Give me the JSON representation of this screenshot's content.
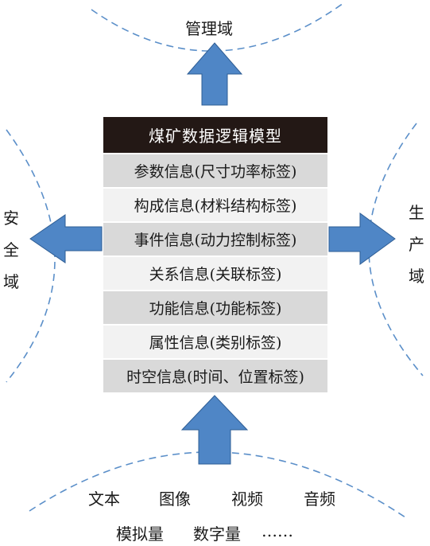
{
  "domains": {
    "top": "管理域",
    "left": "安全域",
    "right": "生产域"
  },
  "model": {
    "title": "煤矿数据逻辑模型",
    "rows": [
      "参数信息(尺寸功率标签)",
      "构成信息(材料结构标签)",
      "事件信息(动力控制标签)",
      "关系信息(关联标签)",
      "功能信息(功能标签)",
      "属性信息(类别标签)",
      "时空信息(时间、位置标签)"
    ]
  },
  "sources": {
    "row1": [
      "文本",
      "图像",
      "视频",
      "音频"
    ],
    "row2": [
      "模拟量",
      "数字量",
      "……"
    ]
  },
  "colors": {
    "arrow_fill": "#4f86c6",
    "arrow_stroke": "#2e5d94",
    "curve": "#5b8fc9",
    "header_bg": "#231815",
    "row_dark": "#d9d9d9",
    "row_light": "#f2f2f2"
  }
}
